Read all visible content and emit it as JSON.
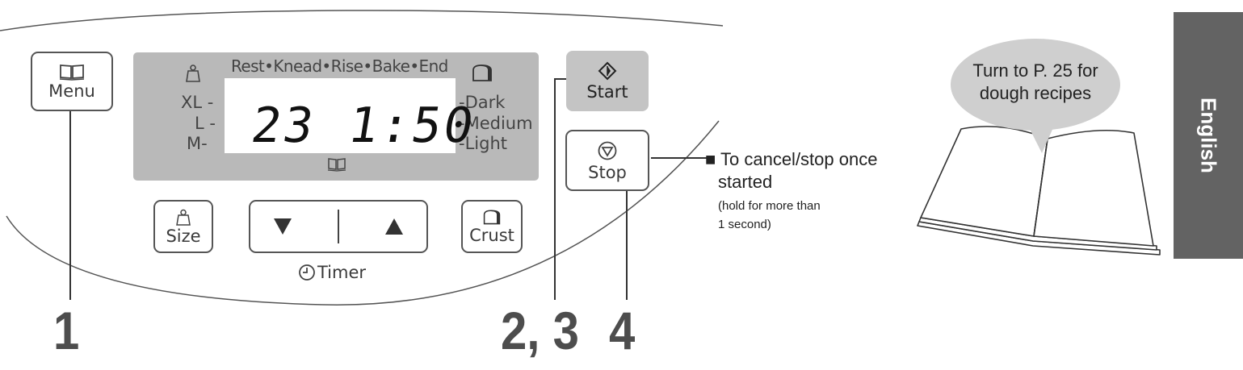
{
  "panel": {
    "menu_label": "Menu",
    "start_label": "Start",
    "stop_label": "Stop",
    "size_label": "Size",
    "crust_label": "Crust",
    "timer_label": "Timer"
  },
  "display": {
    "stages": "Rest•Knead•Rise•Bake•End",
    "sizes": [
      "XL -",
      "L -",
      "M-"
    ],
    "crusts": [
      "-Dark",
      "-Medium",
      "-Light"
    ],
    "menu_number": "23",
    "time": "1:50"
  },
  "callouts": {
    "step1": "1",
    "step23": "2, 3",
    "step4": "4"
  },
  "stop_note": {
    "main": "■ To cancel/stop once",
    "main_cont": "started",
    "sub1": "(hold for more than",
    "sub2": "1 second)"
  },
  "recipe_bubble": {
    "line1": "Turn to P. 25 for",
    "line2": "dough recipes"
  },
  "language_tab": "English",
  "icons": [
    "book-icon",
    "weight-icon",
    "bread-icon",
    "start-diamond-icon",
    "stop-triangle-icon",
    "clock-icon",
    "arrow-down-icon",
    "arrow-up-icon",
    "open-book-icon"
  ],
  "colors": {
    "lcd_panel": "#b9b9b9",
    "start_bg": "#c4c4c4",
    "tab_bg": "#636363",
    "bubble": "#cfcfcf"
  }
}
